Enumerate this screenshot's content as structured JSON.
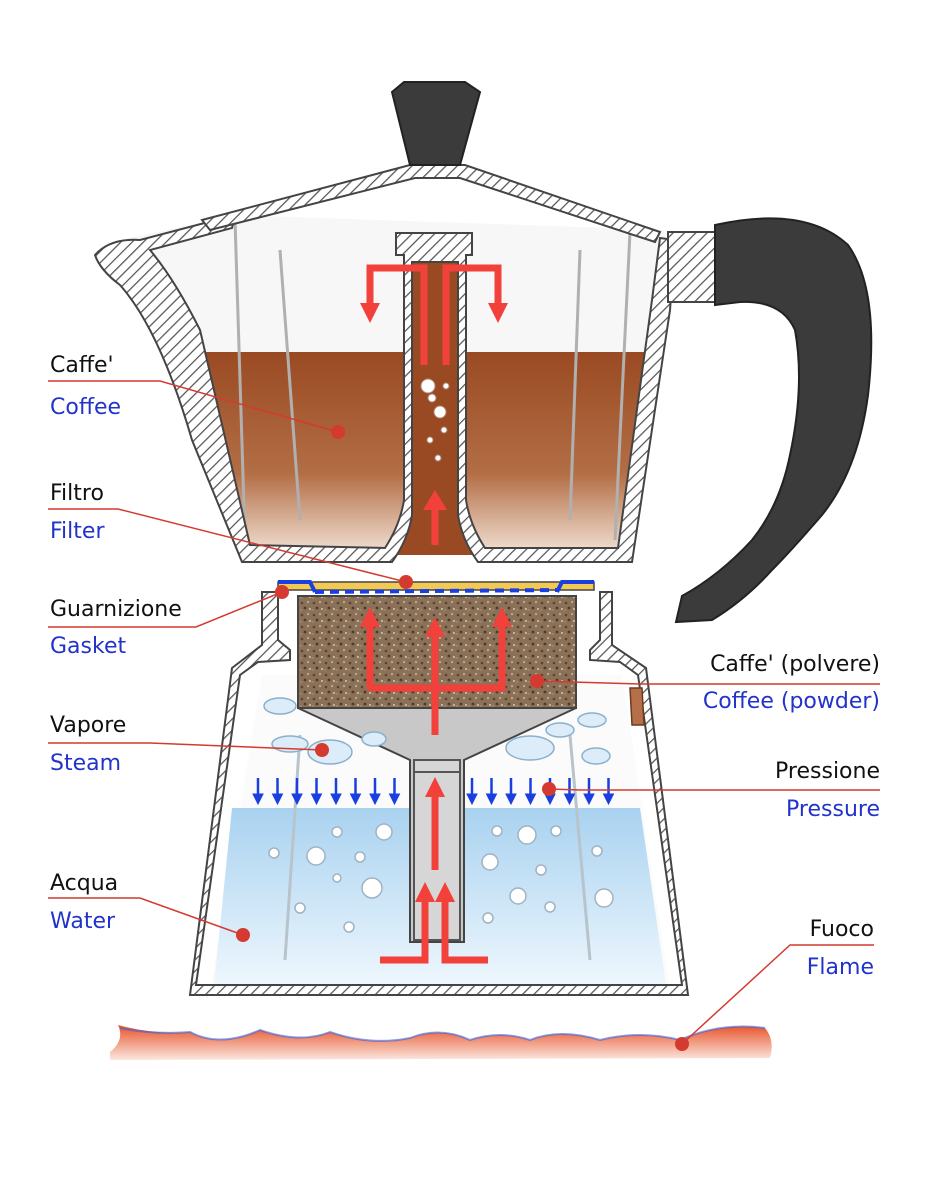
{
  "labels": {
    "coffee": {
      "it": "Caffe'",
      "en": "Coffee"
    },
    "filter": {
      "it": "Filtro",
      "en": "Filter"
    },
    "gasket": {
      "it": "Guarnizione",
      "en": "Gasket"
    },
    "steam": {
      "it": "Vapore",
      "en": "Steam"
    },
    "water": {
      "it": "Acqua",
      "en": "Water"
    },
    "powder": {
      "it": "Caffe' (polvere)",
      "en": "Coffee (powder)"
    },
    "pressure": {
      "it": "Pressione",
      "en": "Pressure"
    },
    "flame": {
      "it": "Fuoco",
      "en": "Flame"
    }
  },
  "colors": {
    "italian_text": "#111111",
    "english_text": "#2233cc",
    "leader_line": "#d43a2f",
    "arrow": "#f2413a",
    "pressure_arrow": "#1a3fe0",
    "coffee": "#9a4a22",
    "water": "#a9d2f0",
    "handle": "#3b3b3b",
    "gasket": "#f2c955"
  }
}
